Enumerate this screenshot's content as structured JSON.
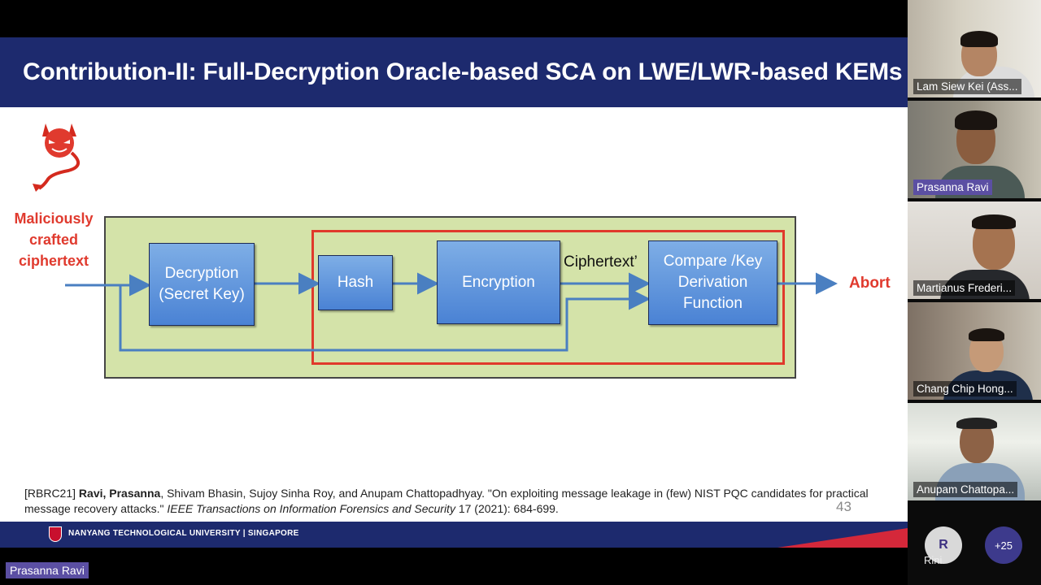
{
  "slide": {
    "title": "Contribution-II: Full-Decryption Oracle-based SCA on LWE/LWR-based KEMs",
    "malicious_text": [
      "Maliciously",
      "crafted",
      "ciphertext"
    ],
    "decryption_lines": [
      "Decryption",
      "(Secret Key)"
    ],
    "hash_label": "Hash",
    "encryption_label": "Encryption",
    "ciphertext_prime_label": "Ciphertext’",
    "compare_lines": [
      "Compare /Key",
      "Derivation",
      "Function"
    ],
    "abort_label": "Abort",
    "reference": {
      "tag": "[RBRC21]",
      "authors_bold": "Ravi, Prasanna",
      "authors_rest": ", Shivam Bhasin, Sujoy Sinha Roy, and Anupam Chattopadhyay. \"On exploiting message leakage in (few) NIST PQC candidates for practical message recovery attacks.\"",
      "journal": "IEEE Transactions on Information Forensics and Security",
      "tail": "17 (2021): 684-699."
    },
    "page_number": "43",
    "footer_text": "NANYANG TECHNOLOGICAL UNIVERSITY | SINGAPORE",
    "colors": {
      "header": "#1d2a6e",
      "green": "#d4e3a9",
      "red": "#e0392b",
      "block": "#4a82d4"
    }
  },
  "participants": [
    {
      "name": "Lam Siew Kei (Ass...",
      "active": false
    },
    {
      "name": "Prasanna Ravi",
      "active": true
    },
    {
      "name": "Martianus Frederi...",
      "active": false
    },
    {
      "name": "Chang Chip Hong...",
      "active": false
    },
    {
      "name": "Anupam Chattopa...",
      "active": false
    }
  ],
  "overflow": {
    "avatar_initial": "R",
    "avatar_name": "Rini",
    "more_count": "+25"
  },
  "presenter_label": "Prasanna Ravi"
}
